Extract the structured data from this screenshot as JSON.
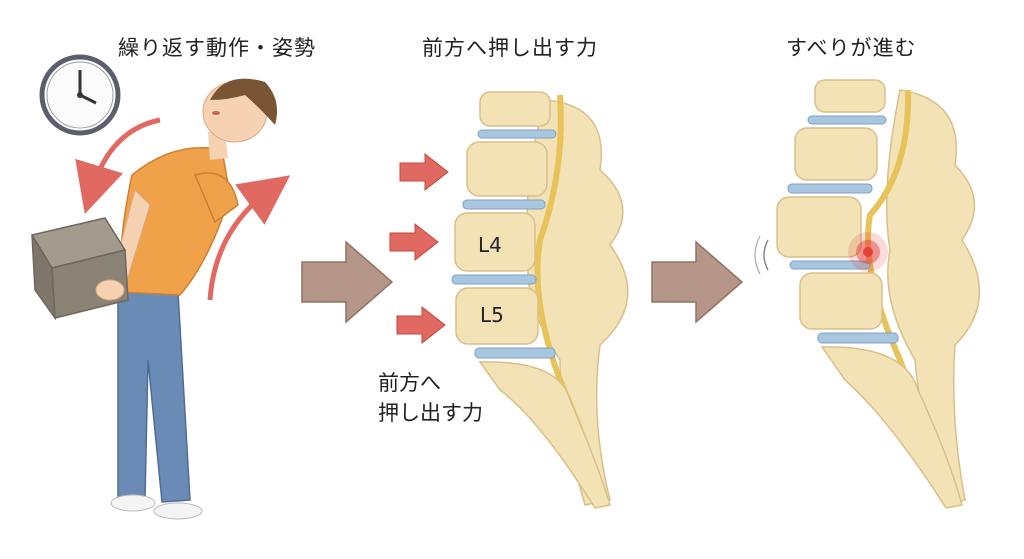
{
  "panels": {
    "repeat": {
      "title": "繰り返す動作・姿勢"
    },
    "force": {
      "title": "前方へ押し出す力",
      "side_label_line1": "前方へ",
      "side_label_line2": "押し出す力"
    },
    "slip": {
      "title": "すべりが進む"
    }
  },
  "vertebrae": {
    "upper": "L4",
    "lower": "L5"
  },
  "colors": {
    "bone": "#f2e2b6",
    "bone_shadow": "#d9c08a",
    "disc": "#a9c6df",
    "nerve": "#e7c35a",
    "shirt": "#f0a24a",
    "jeans": "#6b8bb7",
    "skin": "#f6d2b3",
    "hair": "#7a5534",
    "box": "#8b8276",
    "red_arrow": "#e06a62",
    "big_arrow": "#b59689",
    "pain": "#e23a32"
  },
  "icons": [
    "clock-icon",
    "box-icon",
    "person-figure",
    "spine-illustration",
    "push-arrow-icon",
    "next-arrow-icon",
    "pain-spot-icon"
  ]
}
